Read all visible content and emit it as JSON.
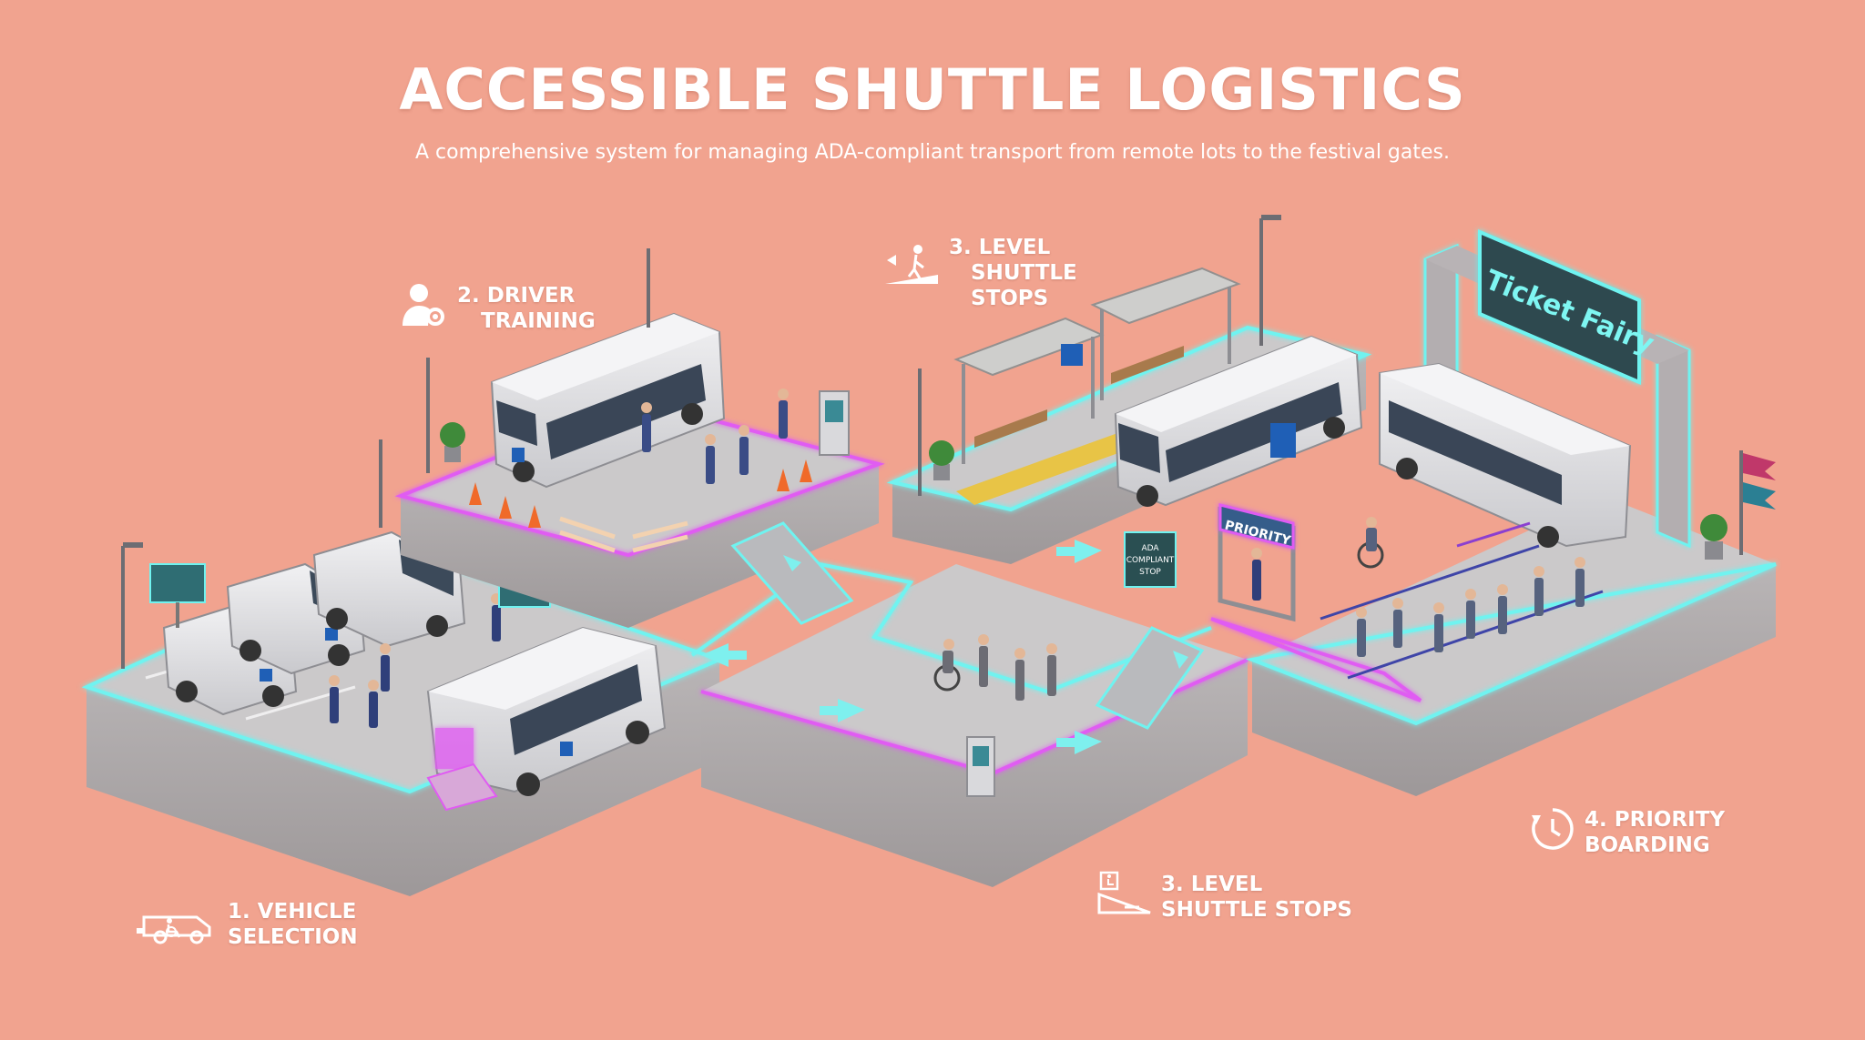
{
  "header": {
    "title": "ACCESSIBLE SHUTTLE LOGISTICS",
    "subtitle": "A comprehensive system for managing ADA-compliant transport from remote lots to the festival gates."
  },
  "steps": [
    {
      "line1": "1. VEHICLE",
      "line2": "SELECTION",
      "icon": "wheelchair-van-icon"
    },
    {
      "line1": "2. DRIVER",
      "line2": "TRAINING",
      "icon": "driver-gear-icon"
    },
    {
      "line1": "3. LEVEL",
      "line2": "SHUTTLE",
      "line3": "STOPS",
      "icon": "level-boarding-icon"
    },
    {
      "line1": "3. LEVEL",
      "line2": "SHUTTLE STOPS",
      "icon": "accessible-ramp-icon"
    },
    {
      "line1": "4. PRIORITY",
      "line2": "BOARDING",
      "icon": "clock-icon"
    }
  ],
  "signs": {
    "gate": "Ticket Fairy",
    "priority": "PRIORITY",
    "ada_stop": "ADA COMPLIANT STOP"
  },
  "colors": {
    "background": "#f1a38f",
    "platform_top": "#c9c7c8",
    "platform_side": "#a9a5a6",
    "neon_cyan": "#6ff3f0",
    "neon_magenta": "#e05bf2",
    "shuttle_body": "#e4e4e6",
    "accessibility_blue": "#1f5fb6"
  }
}
